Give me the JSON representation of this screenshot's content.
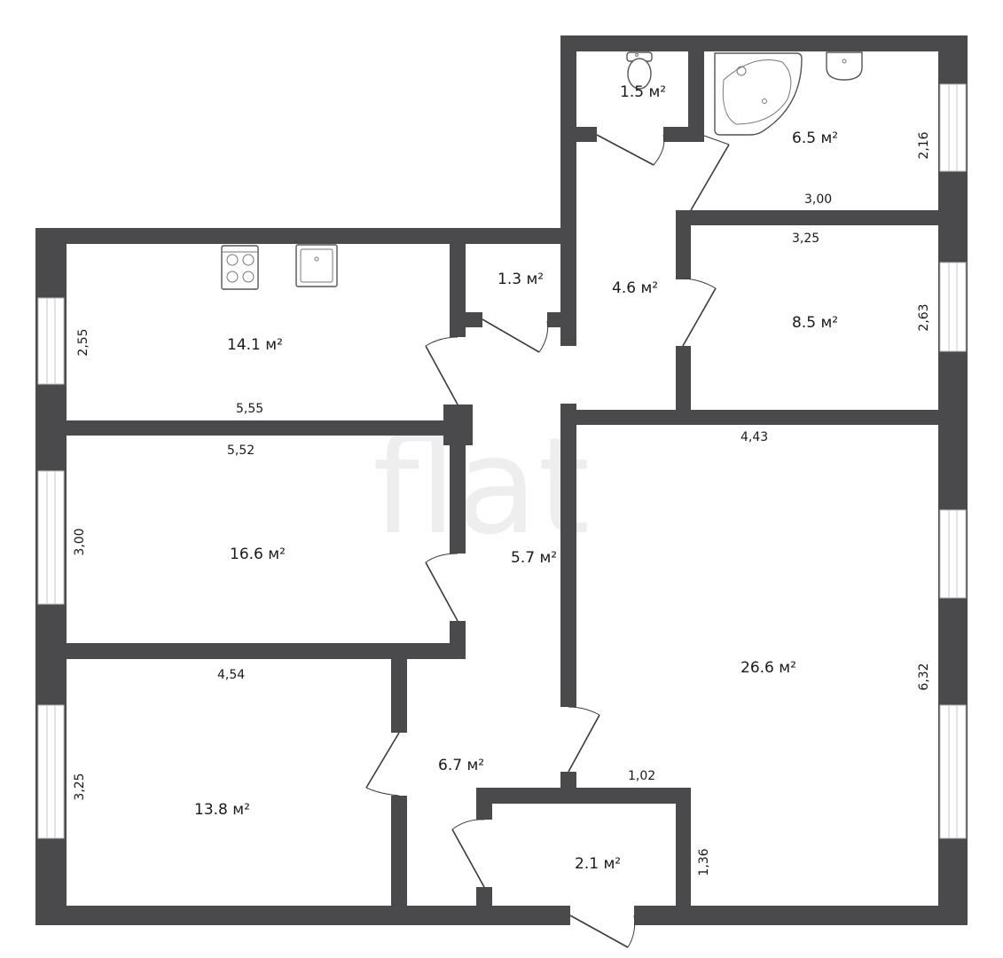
{
  "watermark": "flat",
  "areas": {
    "wc": "1.5 м²",
    "bathroom": "6.5 м²",
    "kitchen": "14.1 м²",
    "pantry": "1.3 м²",
    "hall_top": "4.6 м²",
    "bedroom_small": "8.5 м²",
    "room_middle_left": "16.6 м²",
    "corridor": "5.7 м²",
    "living_room": "26.6 м²",
    "room_bottom_left": "13.8 м²",
    "entry": "6.7 м²",
    "storage": "2.1 м²"
  },
  "dimensions": {
    "bathroom_height": "2,16",
    "bathroom_width": "3,00",
    "bedroom_width": "3,25",
    "bedroom_height": "2,63",
    "kitchen_height": "2,55",
    "kitchen_width": "5,55",
    "room_middle_width": "5,52",
    "room_middle_height": "3,00",
    "living_width": "4,43",
    "living_height": "6,32",
    "room_bottom_width": "4,54",
    "room_bottom_height": "3,25",
    "storage_width": "1,02",
    "storage_height": "1,36"
  },
  "colors": {
    "wall": "#4a4a4c",
    "background": "#ffffff"
  },
  "icons": [
    "stove-icon",
    "sink-icon",
    "toilet-icon",
    "bathtub-icon",
    "washbasin-icon"
  ]
}
